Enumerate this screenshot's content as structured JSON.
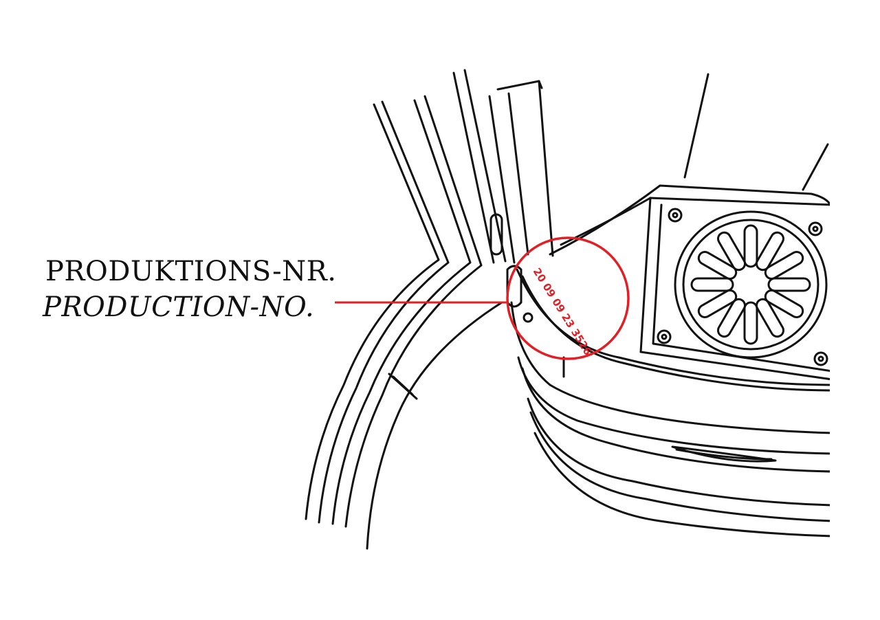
{
  "labels": {
    "german": "PRODUKTIONS-NR.",
    "english": "PRODUCTION-NO."
  },
  "callout": {
    "serial_number": "20 09 09 23 3526",
    "accent_color": "#e31e24"
  },
  "icons": [
    "fan-grille-icon",
    "screw-icon"
  ]
}
